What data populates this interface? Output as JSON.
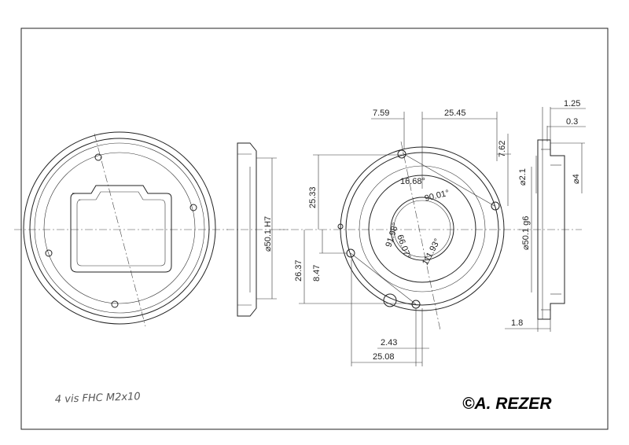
{
  "dimensions": {
    "d759": "7.59",
    "d2545": "25.45",
    "d125": "1.25",
    "d03": "0.3",
    "d762": "7.62",
    "d2533": "25.33",
    "d2637": "26.37",
    "d847": "8.47",
    "d243": "2.43",
    "d2508": "25.08",
    "d18": "1.8",
    "phi21": "⌀2.1",
    "phi4": "⌀4",
    "phi501g6": "⌀50.1 g6",
    "phi501h7": "⌀50.1 H7"
  },
  "angles": {
    "a1668": "16.68°",
    "a9001": "90.01°",
    "a9198": "91.98°",
    "a6607": "66.07°",
    "a11193": "111.93°"
  },
  "note": "4 vis FHC M2x10",
  "signature": "©A. REZER"
}
